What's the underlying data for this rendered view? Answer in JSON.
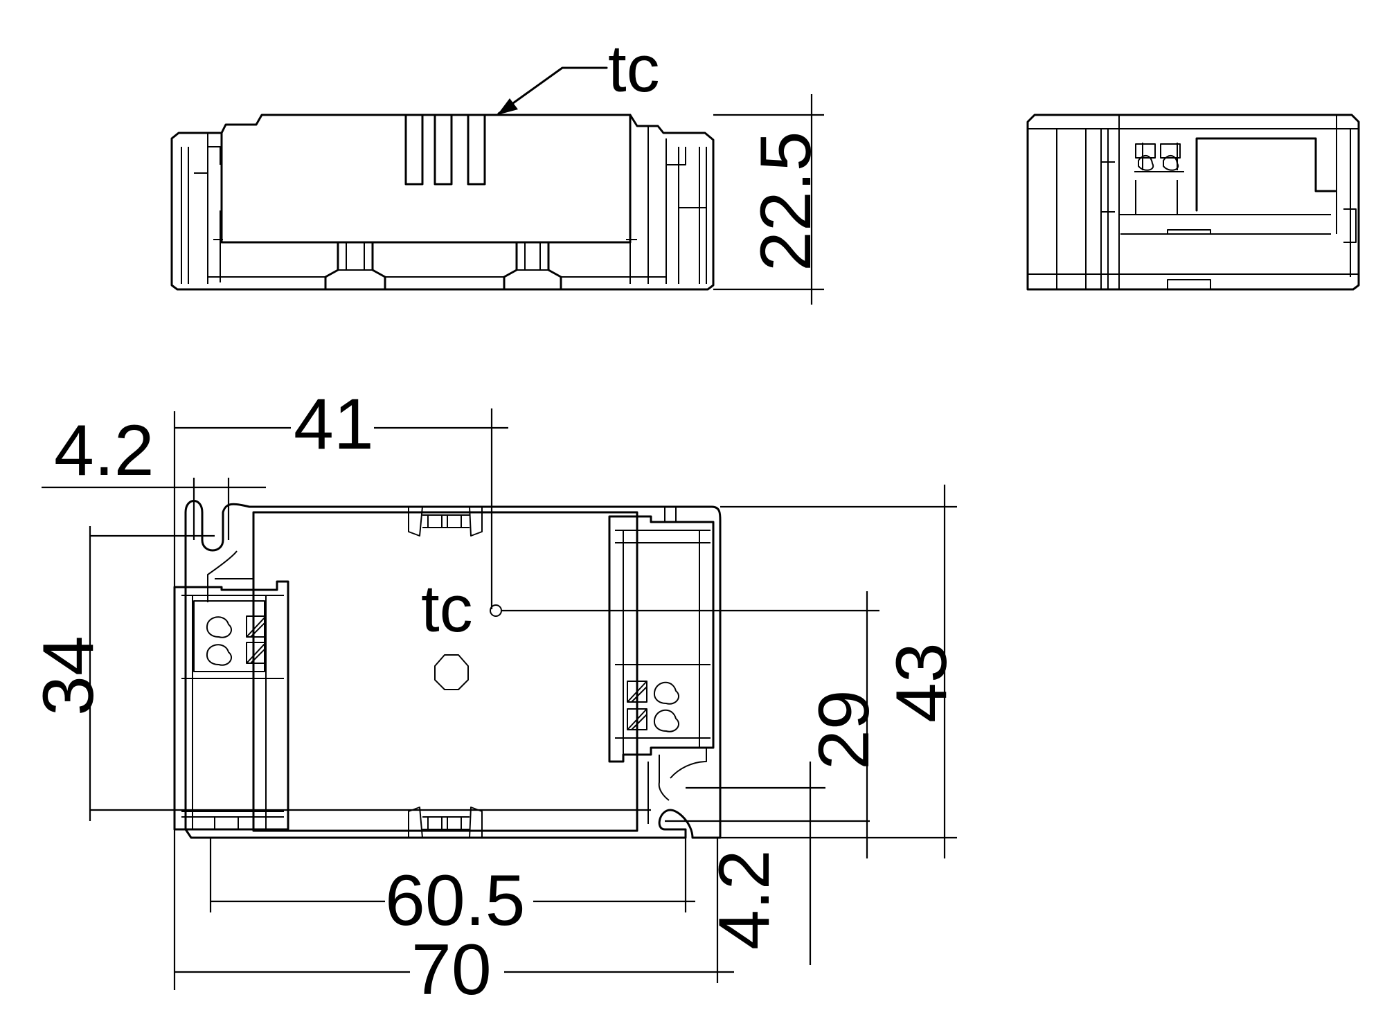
{
  "labels": {
    "tc_side": "tc",
    "tc_top": "tc"
  },
  "dimensions": {
    "height": "22.5",
    "mount_hole_offset": "4.2",
    "tc_offset_x": "41",
    "hole_spacing_y": "34",
    "tc_offset_y": "29",
    "width": "43",
    "hole_offset_bottom": "4.2",
    "hole_spacing_x": "60.5",
    "length": "70"
  },
  "colors": {
    "line": "#000000",
    "background": "#ffffff"
  }
}
